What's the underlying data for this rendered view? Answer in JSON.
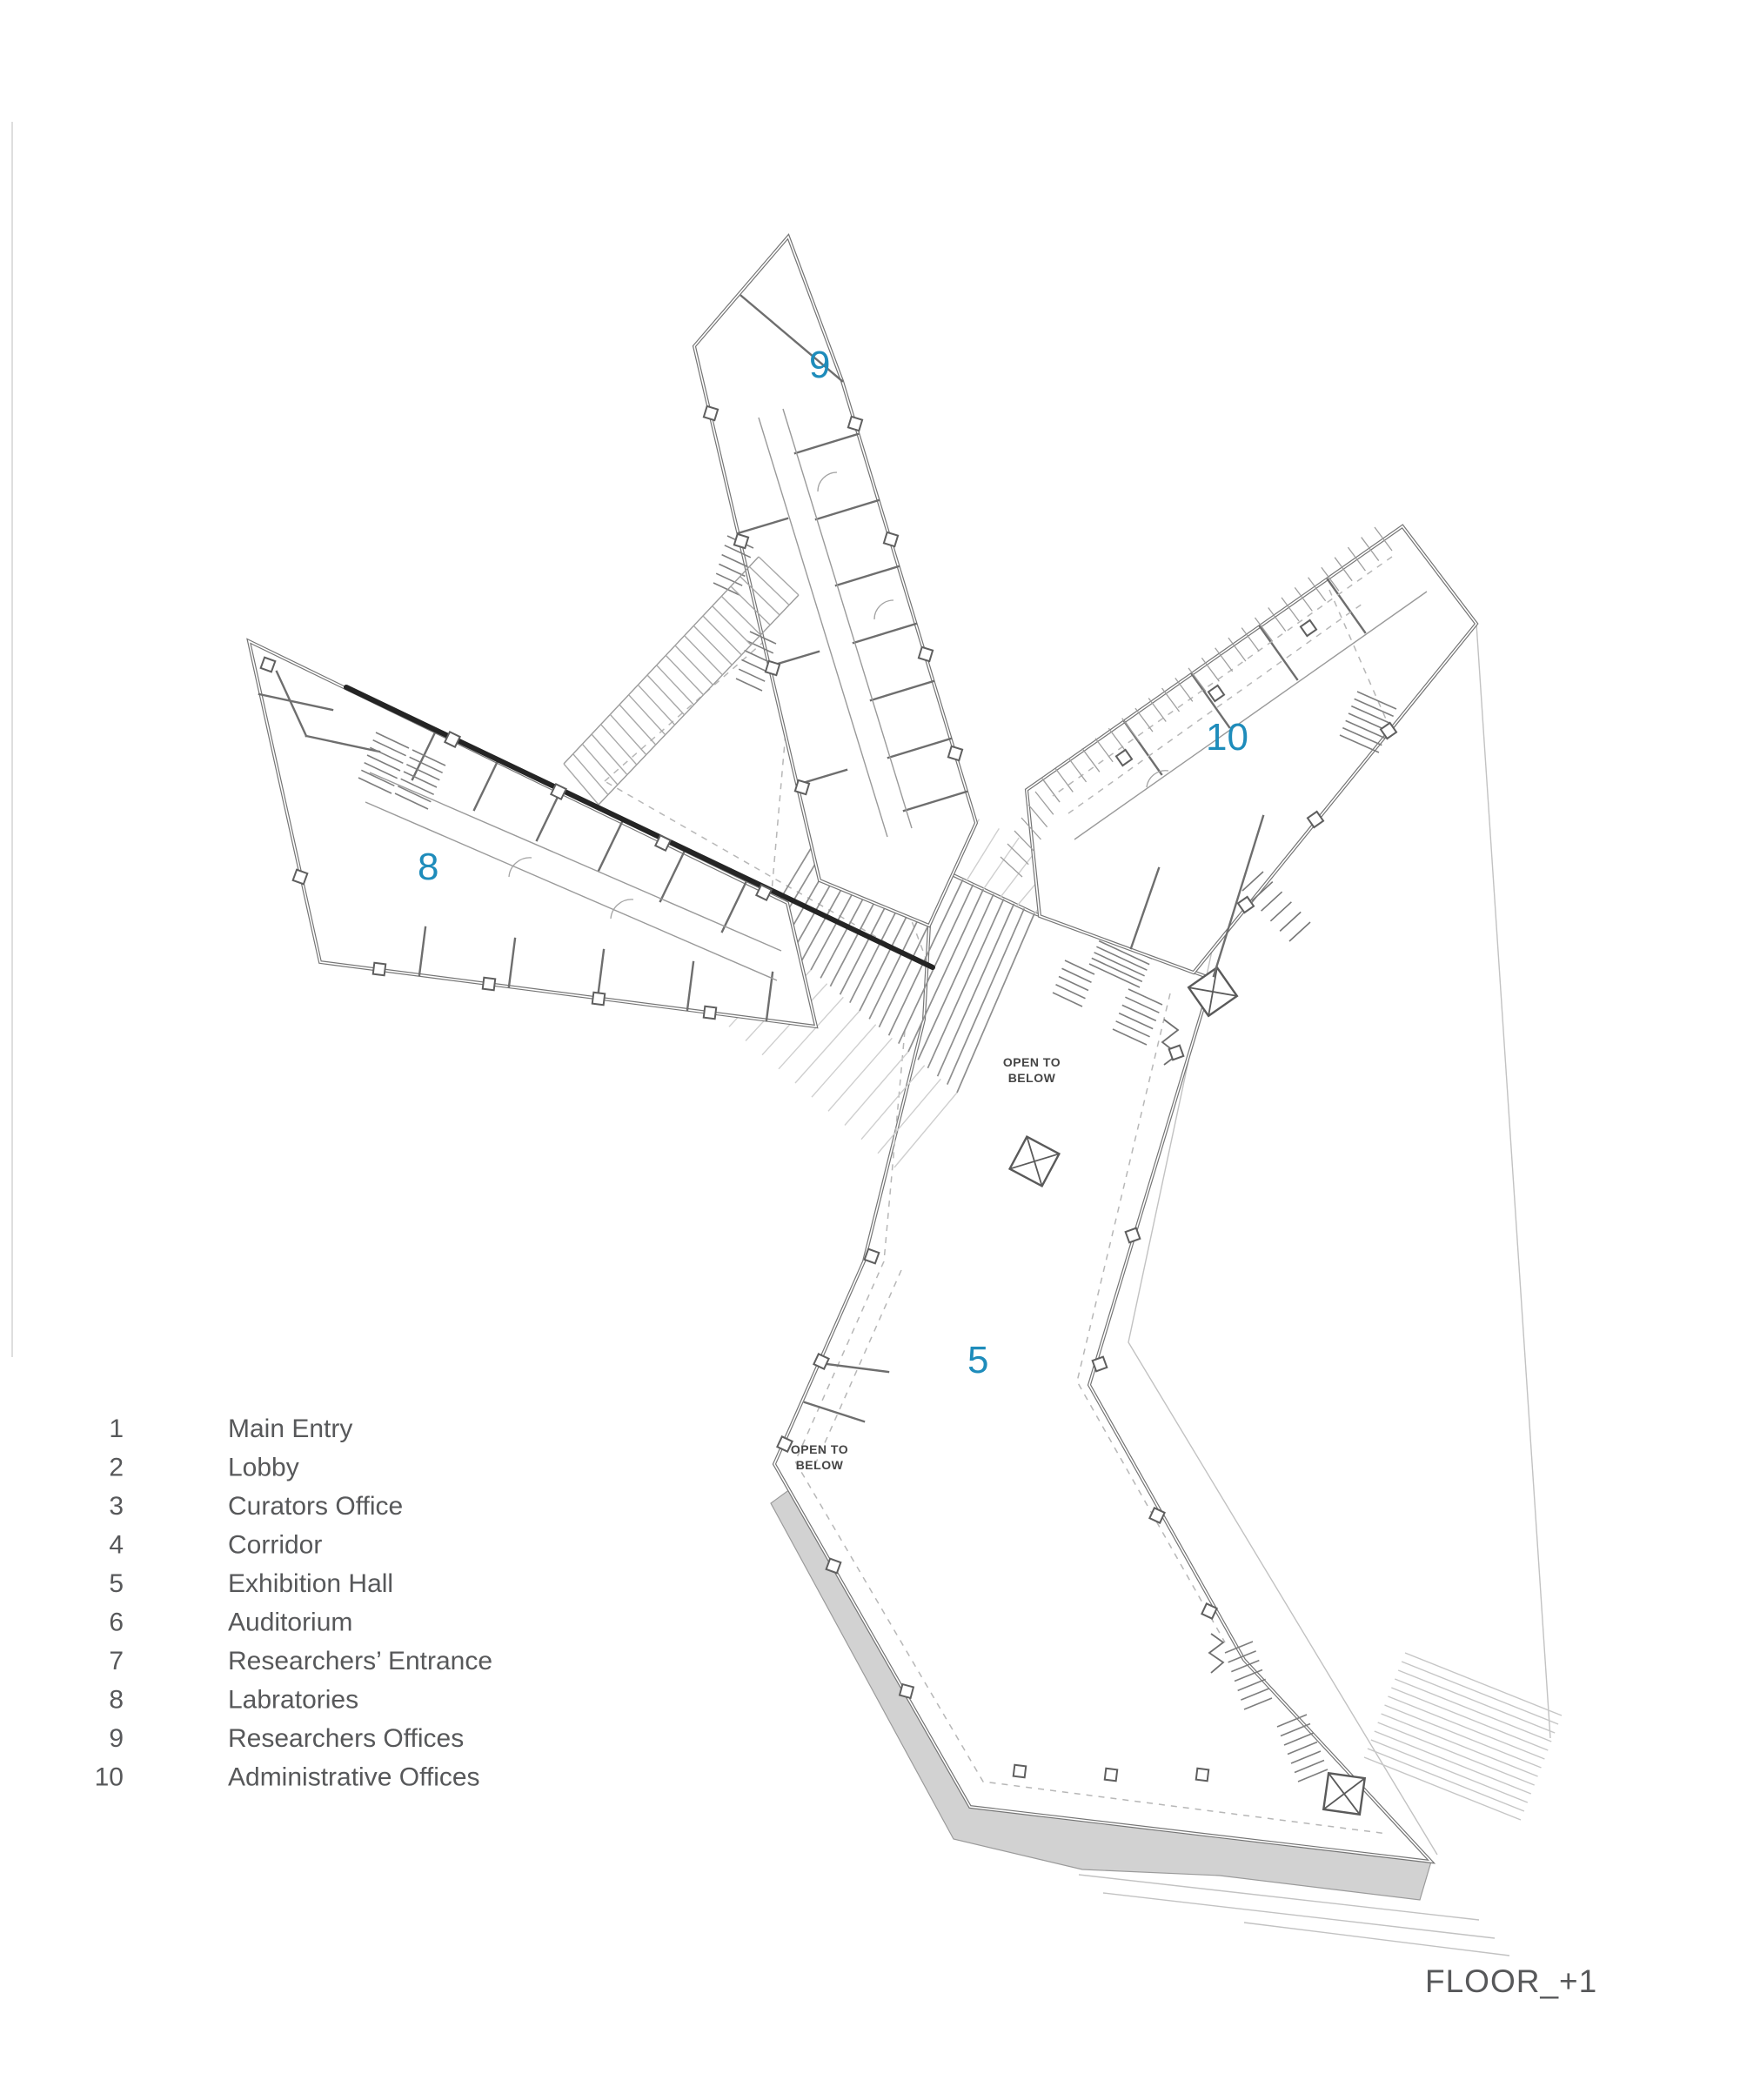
{
  "document_title": "Floor plan drawing",
  "floor_label": "FLOOR_+1",
  "open_to_below": {
    "line1": "OPEN TO",
    "line2": "BELOW"
  },
  "plan_labels": {
    "researchers_offices": "9",
    "labratories": "8",
    "administrative_offices": "10",
    "exhibition_hall": "5"
  },
  "legend": {
    "items": [
      {
        "number": "1",
        "label": "Main Entry"
      },
      {
        "number": "2",
        "label": "Lobby"
      },
      {
        "number": "3",
        "label": "Curators Office"
      },
      {
        "number": "4",
        "label": "Corridor"
      },
      {
        "number": "5",
        "label": "Exhibition Hall"
      },
      {
        "number": "6",
        "label": "Auditorium"
      },
      {
        "number": "7",
        "label": "Researchers’ Entrance"
      },
      {
        "number": "8",
        "label": "Labratories"
      },
      {
        "number": "9",
        "label": "Researchers Offices"
      },
      {
        "number": "10",
        "label": "Administrative Offices"
      }
    ]
  },
  "colors": {
    "accent": "#1e8cbb",
    "legend_text": "#57585a",
    "wall_line": "#757575",
    "roof_gray": "#d2d2d2"
  }
}
